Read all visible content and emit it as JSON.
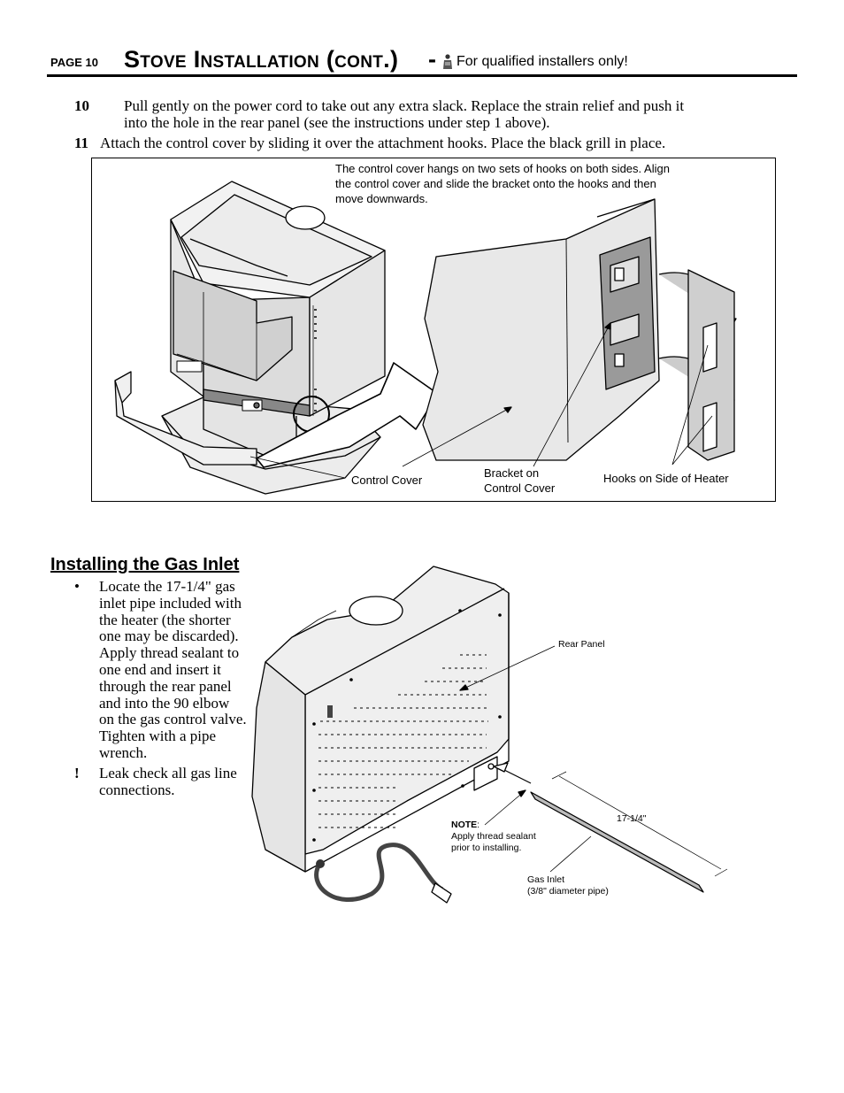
{
  "header": {
    "page_label": "PAGE 10",
    "title": "Stove Installation (cont.)",
    "dash": "-",
    "note": "For qualified installers only!"
  },
  "steps": [
    {
      "num": "10",
      "line1": "Pull gently on the power cord to take out any extra slack.  Replace the strain relief and push it",
      "line2": "into the hole in the rear panel (see the instructions under step 1 above)."
    },
    {
      "num": "11",
      "line1": "Attach the control cover by sliding it over the attachment hooks.  Place the black grill in place."
    }
  ],
  "figure1": {
    "caption_lines": [
      "The control cover hangs on two sets of hooks on both sides.  Align",
      "the control cover and slide the bracket onto the hooks and then",
      "move downwards."
    ],
    "label_control_cover": "Control Cover",
    "label_bracket_1": "Bracket on",
    "label_bracket_2": "Control Cover",
    "label_hooks": "Hooks on Side of Heater"
  },
  "section": {
    "title": "Installing the Gas Inlet",
    "bullet1_marker": "•",
    "bullet1_lines": [
      "Locate the 17-1/4\" gas",
      "inlet pipe included with",
      "the heater (the shorter",
      "one may be discarded).",
      "Apply thread sealant to",
      "one end and insert it",
      "through the rear panel",
      "and into the 90   elbow",
      "on the gas control valve.",
      "Tighten with a pipe",
      "wrench."
    ],
    "bullet2_marker": "!",
    "bullet2_lines": [
      "Leak check all gas line",
      "connections."
    ]
  },
  "figure2": {
    "label_rear_panel": "Rear Panel",
    "label_length": "17-1/4\"",
    "note_bold": "NOTE",
    "note_colon": ":",
    "note_line1": "Apply thread sealant",
    "note_line2": "prior to installing.",
    "gas_inlet_1": "Gas Inlet",
    "gas_inlet_2": "(3/8\" diameter pipe)"
  }
}
